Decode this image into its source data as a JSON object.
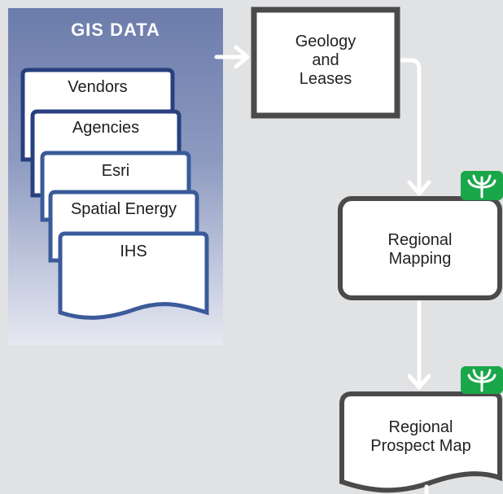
{
  "gis_panel": {
    "title": "GIS DATA",
    "sources": [
      "Vendors",
      "Agencies",
      "Esri",
      "Spatial Energy",
      "IHS"
    ]
  },
  "nodes": {
    "geology_leases": [
      "Geology",
      "and",
      "Leases"
    ],
    "regional_mapping": [
      "Regional",
      "Mapping"
    ],
    "regional_prospect_map": [
      "Regional",
      "Prospect Map"
    ]
  },
  "colors": {
    "background": "#e1e2e4",
    "panel_top": "#6c7cab",
    "card_border_dark": "#27407f",
    "card_border_light": "#3a5a9a",
    "box_border": "#4a4a4a",
    "arrow": "#ffffff",
    "badge_green": "#1aa64a"
  },
  "icons": [
    "arrow-icon",
    "trident-badge-icon"
  ]
}
